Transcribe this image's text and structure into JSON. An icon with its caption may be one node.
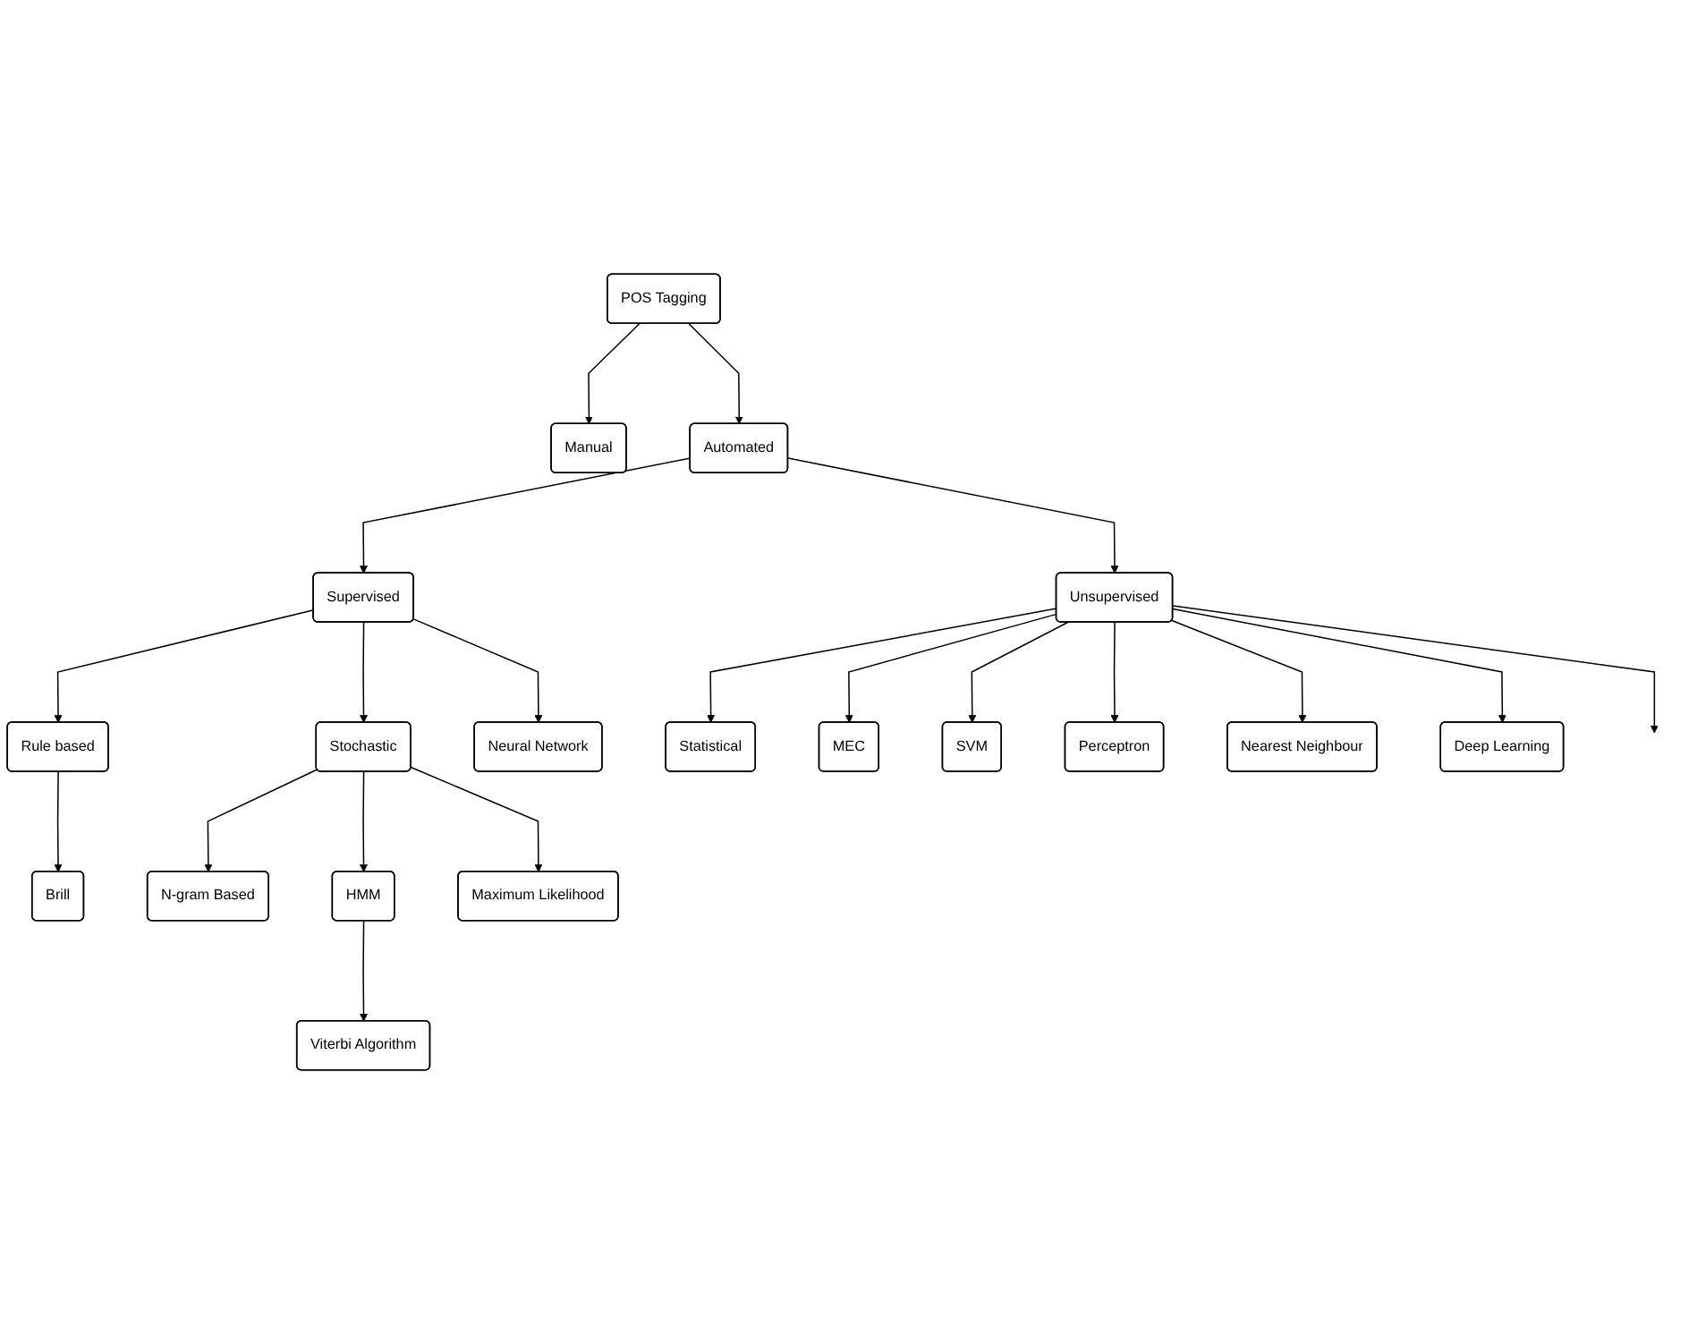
{
  "diagram": {
    "nodes": [
      {
        "text": [
          "POS Tagging"
        ]
      },
      {
        "text": [
          "Manual"
        ]
      },
      {
        "text": [
          "Automated"
        ]
      },
      {
        "text": [
          "Supervised"
        ]
      },
      {
        "text": [
          "Unsupervised"
        ]
      },
      {
        "text": [
          "Rule based"
        ]
      },
      {
        "text": [
          "Stochastic"
        ]
      },
      {
        "text": [
          "Neural Network"
        ]
      },
      {
        "text": [
          "Brill"
        ]
      },
      {
        "text": [
          "N-gram Based"
        ]
      },
      {
        "text": [
          "HMM"
        ]
      },
      {
        "text": [
          "Maximum Likelihood"
        ]
      },
      {
        "text": [
          "Viterbi Algorithm"
        ]
      },
      {
        "text": [
          "Statistical"
        ]
      },
      {
        "text": [
          "MEC"
        ]
      },
      {
        "text": [
          "SVM"
        ]
      },
      {
        "text": [
          "Perceptron"
        ]
      },
      {
        "text": [
          "Nearest Neighbour"
        ]
      },
      {
        "text": [
          "Deep Learning"
        ]
      }
    ],
    "edges": [
      {
        "from": 0,
        "to": 1,
        "arrow": "to"
      },
      {
        "from": 0,
        "to": 2,
        "arrow": "to"
      },
      {
        "from": 2,
        "to": 3,
        "arrow": "to"
      },
      {
        "from": 2,
        "to": 4,
        "arrow": "to"
      },
      {
        "from": 3,
        "to": 5,
        "arrow": "to"
      },
      {
        "from": 3,
        "to": 6,
        "arrow": "to"
      },
      {
        "from": 3,
        "to": 7,
        "arrow": "to"
      },
      {
        "from": 5,
        "to": 8,
        "arrow": "to"
      },
      {
        "from": 6,
        "to": 9,
        "arrow": "to"
      },
      {
        "from": 6,
        "to": 10,
        "arrow": "to"
      },
      {
        "from": 6,
        "to": 11,
        "arrow": "to"
      },
      {
        "from": 10,
        "to": 12,
        "arrow": "to"
      },
      {
        "from": 4,
        "to": 13,
        "arrow": "to"
      },
      {
        "from": 4,
        "to": 14,
        "arrow": "to"
      },
      {
        "from": 4,
        "to": 15,
        "arrow": "to"
      },
      {
        "from": 4,
        "to": 16,
        "arrow": "to"
      },
      {
        "from": 4,
        "to": 17,
        "arrow": "to"
      },
      {
        "from": 4,
        "to": 18,
        "arrow": "to"
      },
      {
        "from": 4,
        "to": null,
        "arrow": "to"
      }
    ]
  }
}
